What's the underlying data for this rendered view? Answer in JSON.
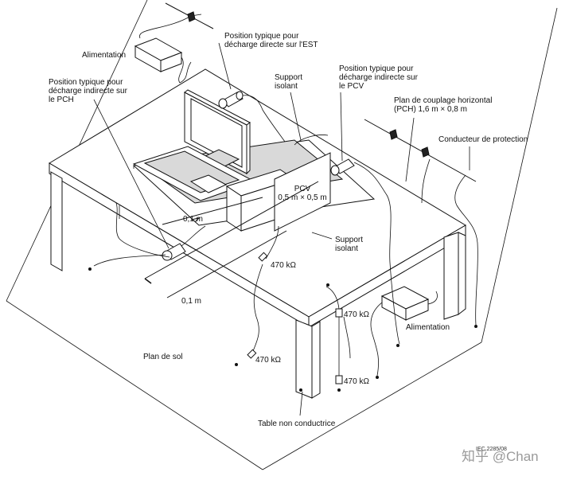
{
  "labels": {
    "alimentation_top": "Alimentation",
    "position_direct": "Position typique pour\ndécharge directe sur l'EST",
    "position_pch": "Position typique pour\ndécharge indirecte sur\nle PCH",
    "support_isolant_top": "Support\nisolant",
    "position_pcv": "Position typique pour\ndécharge indirecte sur\nle PCV",
    "plan_couplage": "Plan de couplage horizontal\n(PCH) 1,6 m × 0,8 m",
    "conducteur": "Conducteur de protection",
    "pcv": "PCV\n0,5 m × 0,5 m",
    "dist_1": "0,1 m",
    "dist_2": "0,1 m",
    "support_isolant_bottom": "Support\nisolant",
    "r_left": "470 kΩ",
    "r_mid": "470 kΩ",
    "r_right_top": "470 kΩ",
    "r_right_bottom": "470 kΩ",
    "alimentation_bottom": "Alimentation",
    "plan_sol": "Plan de sol",
    "table": "Table non conductrice",
    "fig_code": "IEC 2285/08",
    "watermark": "知乎 @Chan"
  }
}
